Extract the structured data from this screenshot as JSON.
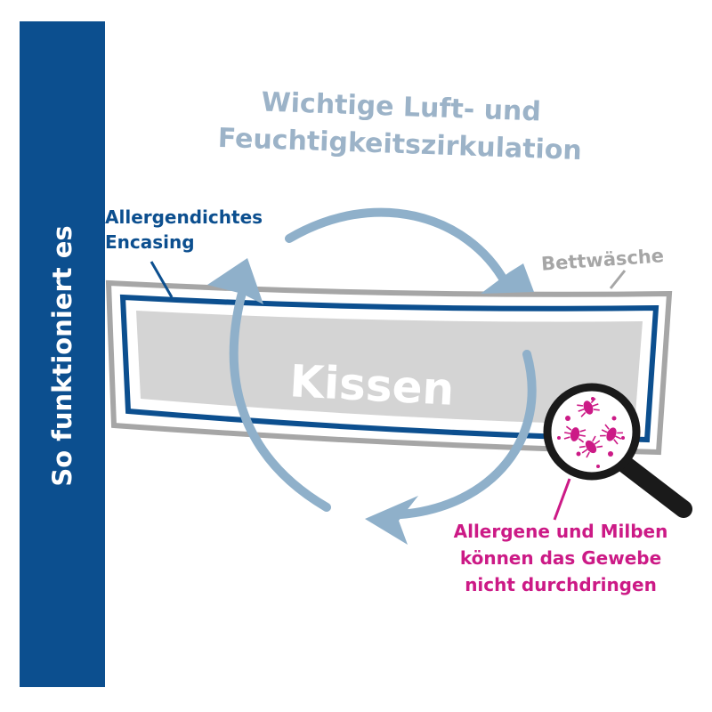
{
  "sidebar": {
    "label": "So funktioniert es"
  },
  "title": {
    "line1": "Wichtige Luft- und",
    "line2": "Feuchtigkeitszirkulation"
  },
  "labels": {
    "encasing": {
      "line1": "Allergendichtes",
      "line2": "Encasing"
    },
    "bettwaesche": "Bettwäsche",
    "kissen": "Kissen",
    "allergene": {
      "line1": "Allergene und Milben",
      "line2": "können das Gewebe",
      "line3": "nicht durchdringen"
    }
  },
  "colors": {
    "brand_blue": "#0c4f8f",
    "arrow_blue": "#8fb0ca",
    "title_blue": "#9cb3c8",
    "grey": "#a6a6a6",
    "pillow": "#d4d4d4",
    "magenta": "#cc1a86"
  }
}
